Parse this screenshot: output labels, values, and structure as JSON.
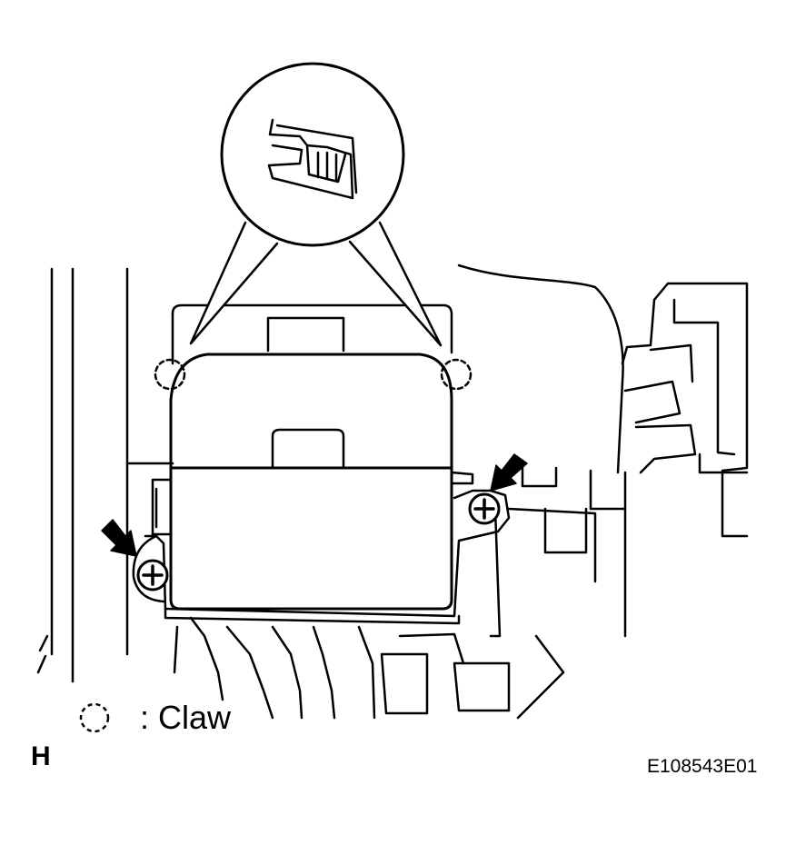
{
  "legend": {
    "symbol_icon": "dashed-circle-claw-icon",
    "text": ": Claw"
  },
  "view_letter": "H",
  "figure_code": "E108543E01",
  "line_color": "#000000",
  "background": "#ffffff"
}
